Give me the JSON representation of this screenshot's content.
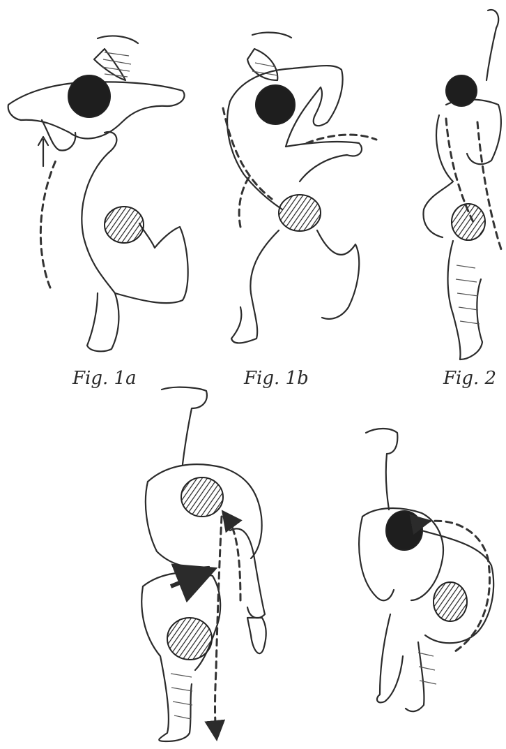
{
  "figures": [
    {
      "id": "fig-1a",
      "label": "Fig. 1a"
    },
    {
      "id": "fig-1b",
      "label": "Fig. 1b"
    },
    {
      "id": "fig-2",
      "label": "Fig. 2"
    },
    {
      "id": "fig-3",
      "label": ""
    },
    {
      "id": "fig-4",
      "label": ""
    }
  ],
  "colors": {
    "ink": "#2b2b2b",
    "paper": "#ffffff"
  }
}
